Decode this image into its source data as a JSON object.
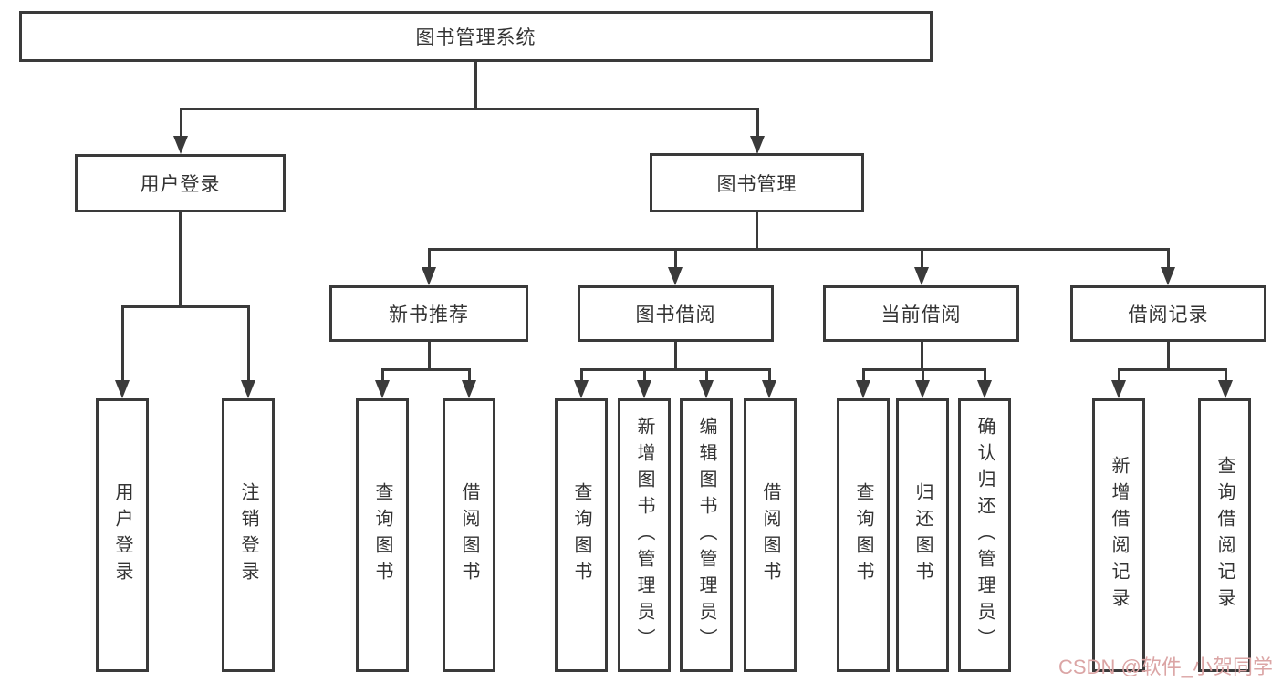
{
  "colors": {
    "line": "#3a3a3a",
    "text": "#333333",
    "background": "#ffffff",
    "watermark": "#dba5a5"
  },
  "watermark": "CSDN @软件_小贺同学",
  "tree": {
    "root": {
      "label": "图书管理系统"
    },
    "branches": [
      {
        "label": "用户登录",
        "children": [
          "用户登录",
          "注销登录"
        ]
      },
      {
        "label": "图书管理",
        "sections": [
          {
            "label": "新书推荐",
            "children": [
              "查询图书",
              "借阅图书"
            ]
          },
          {
            "label": "图书借阅",
            "children": [
              "查询图书",
              "新增图书（管理员）",
              "编辑图书（管理员）",
              "借阅图书"
            ]
          },
          {
            "label": "当前借阅",
            "children": [
              "查询图书",
              "归还图书",
              "确认归还（管理员）"
            ]
          },
          {
            "label": "借阅记录",
            "children": [
              "新增借阅记录",
              "查询借阅记录"
            ]
          }
        ]
      }
    ]
  }
}
